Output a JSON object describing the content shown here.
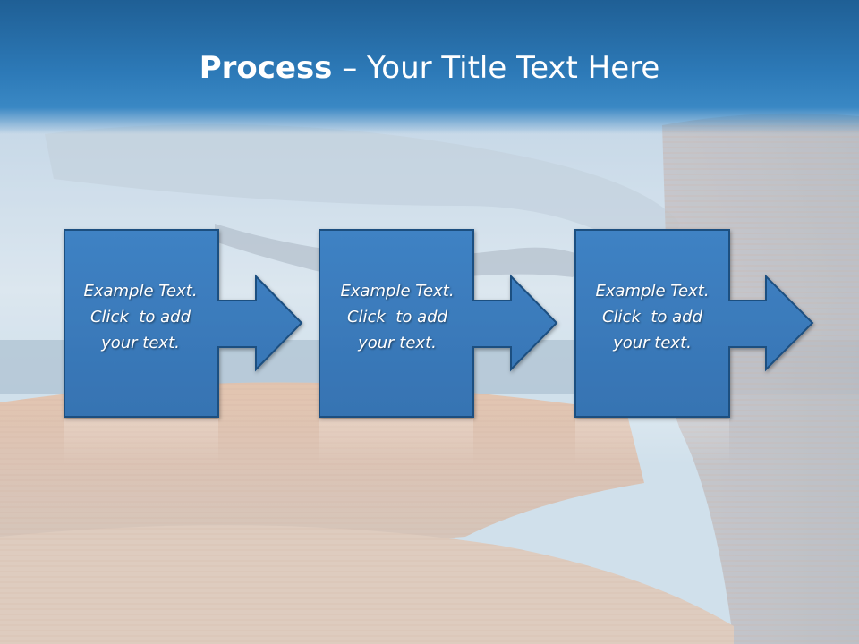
{
  "slide": {
    "title_bold": "Process",
    "title_rest": " – Your Title Text Here"
  },
  "steps": [
    {
      "line1": "Example Text.",
      "line2": "Click  to add",
      "line3": "your text."
    },
    {
      "line1": "Example Text.",
      "line2": "Click  to add",
      "line3": "your text."
    },
    {
      "line1": "Example Text.",
      "line2": "Click  to add",
      "line3": "your text."
    }
  ],
  "colors": {
    "title_bar": "#2d7ab8",
    "step_fill": "#3b7bbd",
    "step_border": "#1e4f80",
    "text": "#ffffff"
  },
  "icons": {
    "connector": "right-arrow-icon"
  }
}
